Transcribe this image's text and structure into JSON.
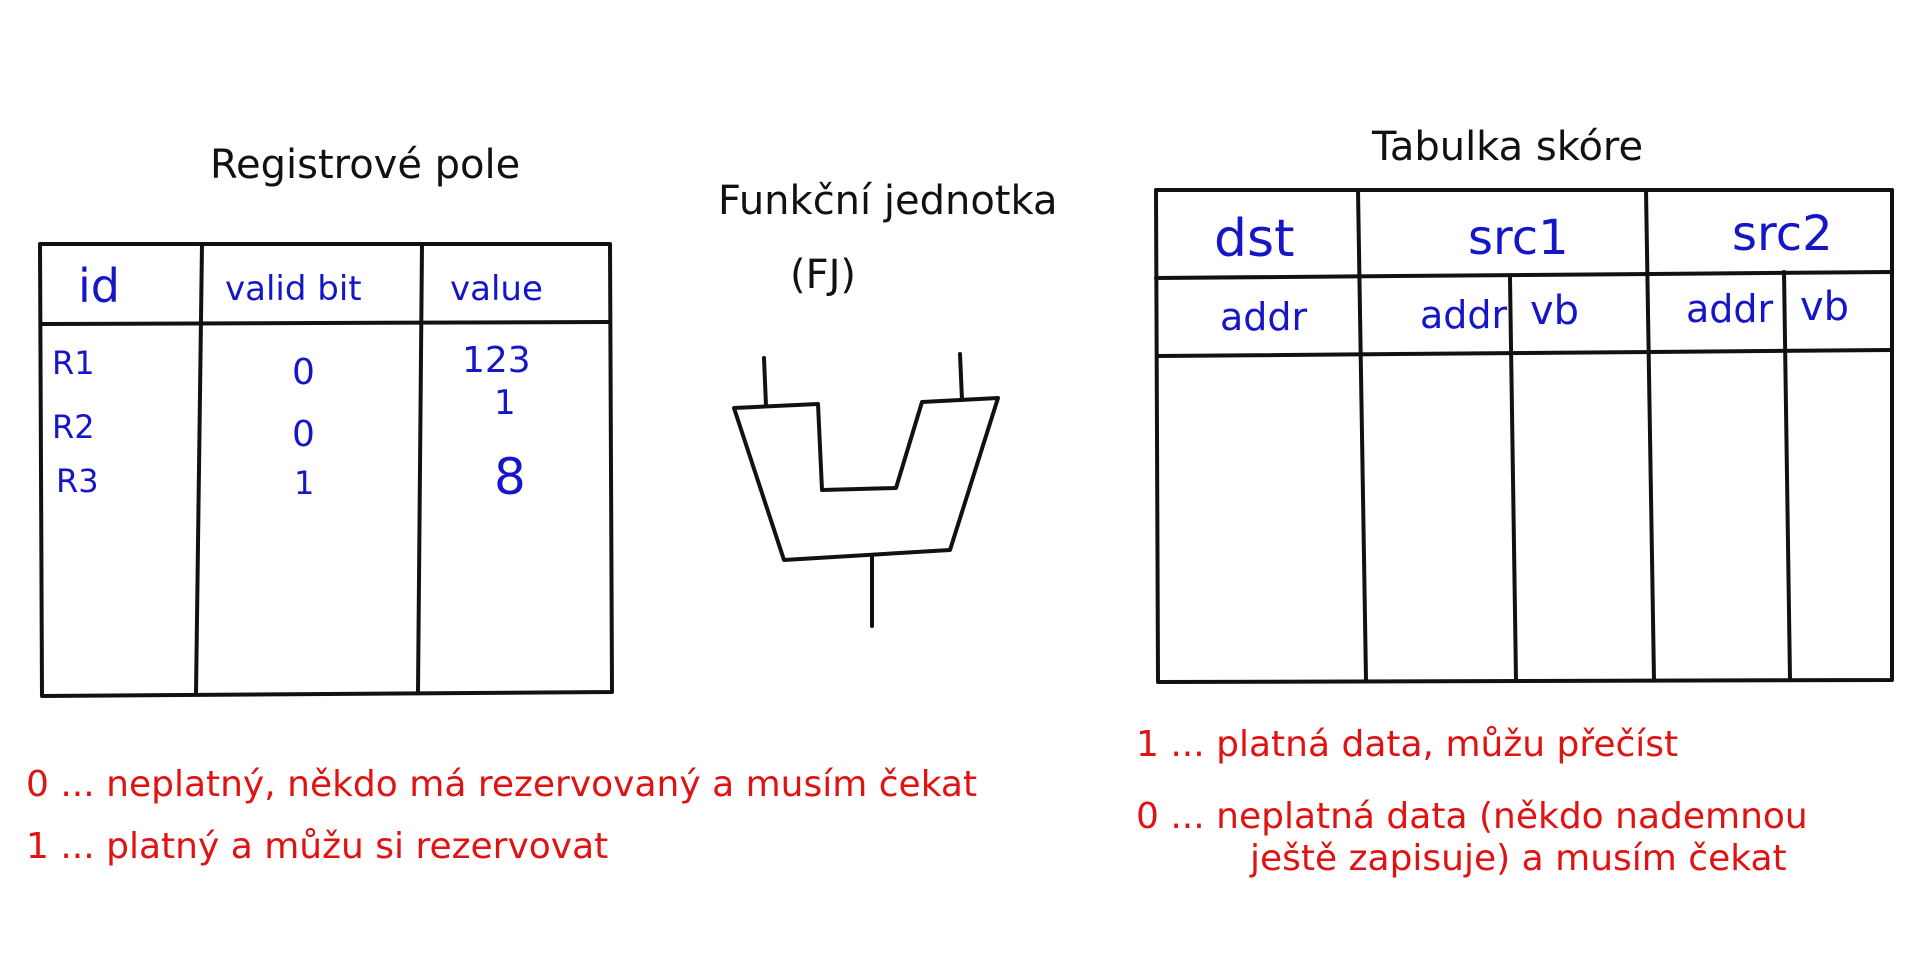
{
  "register_file": {
    "title": "Registrové pole",
    "headers": [
      "id",
      "valid bit",
      "value"
    ],
    "rows": [
      {
        "id": "R1",
        "valid_bit": "0",
        "value": "123"
      },
      {
        "id": "R2",
        "valid_bit": "0",
        "value": "1"
      },
      {
        "id": "R3",
        "valid_bit": "1",
        "value": "8"
      }
    ],
    "notes": [
      "0 ... neplatný, někdo má rezervovaný a musím čekat",
      "1 ... platný a můžu si rezervovat"
    ]
  },
  "functional_unit": {
    "title": "Funkční jednotka",
    "abbr": "(FJ)"
  },
  "scoreboard": {
    "title": "Tabulka skóre",
    "group_headers": [
      "dst",
      "src1",
      "src2"
    ],
    "sub_headers": [
      "addr",
      "addr",
      "vb",
      "addr",
      "vb"
    ],
    "notes": [
      "1 ... platná data, můžu přečíst",
      "0 ... neplatná data (někdo nademnou",
      "ještě zapisuje) a musím čekat"
    ]
  },
  "colors": {
    "ink": "#111111",
    "blue": "#1416c8",
    "red": "#e01212"
  }
}
